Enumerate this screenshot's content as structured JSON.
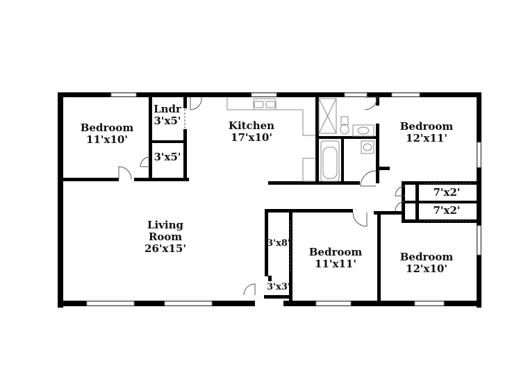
{
  "rooms": {
    "bedroom_nw": {
      "name": "Bedroom",
      "size": "11'x10'"
    },
    "laundry": {
      "name": "Lndr",
      "size": "3'x5'"
    },
    "closet_hall": {
      "size": "3'x5'"
    },
    "kitchen": {
      "name": "Kitchen",
      "size": "17'x10'"
    },
    "bedroom_ne": {
      "name": "Bedroom",
      "size": "12'x11'"
    },
    "closet_ne1": {
      "size": "7'x2'"
    },
    "closet_ne2": {
      "size": "7'x2'"
    },
    "living": {
      "name1": "Living",
      "name2": "Room",
      "size": "26'x15'"
    },
    "closet_3x8": {
      "size": "3'x8'"
    },
    "closet_3x3": {
      "size": "3'x3'"
    },
    "bedroom_mid": {
      "name": "Bedroom",
      "size": "11'x11'"
    },
    "bedroom_se": {
      "name": "Bedroom",
      "size": "12'x10'"
    }
  },
  "colors": {
    "wall": "#000000",
    "fixture": "#9a9a9a",
    "window": "#b8b8b8"
  }
}
